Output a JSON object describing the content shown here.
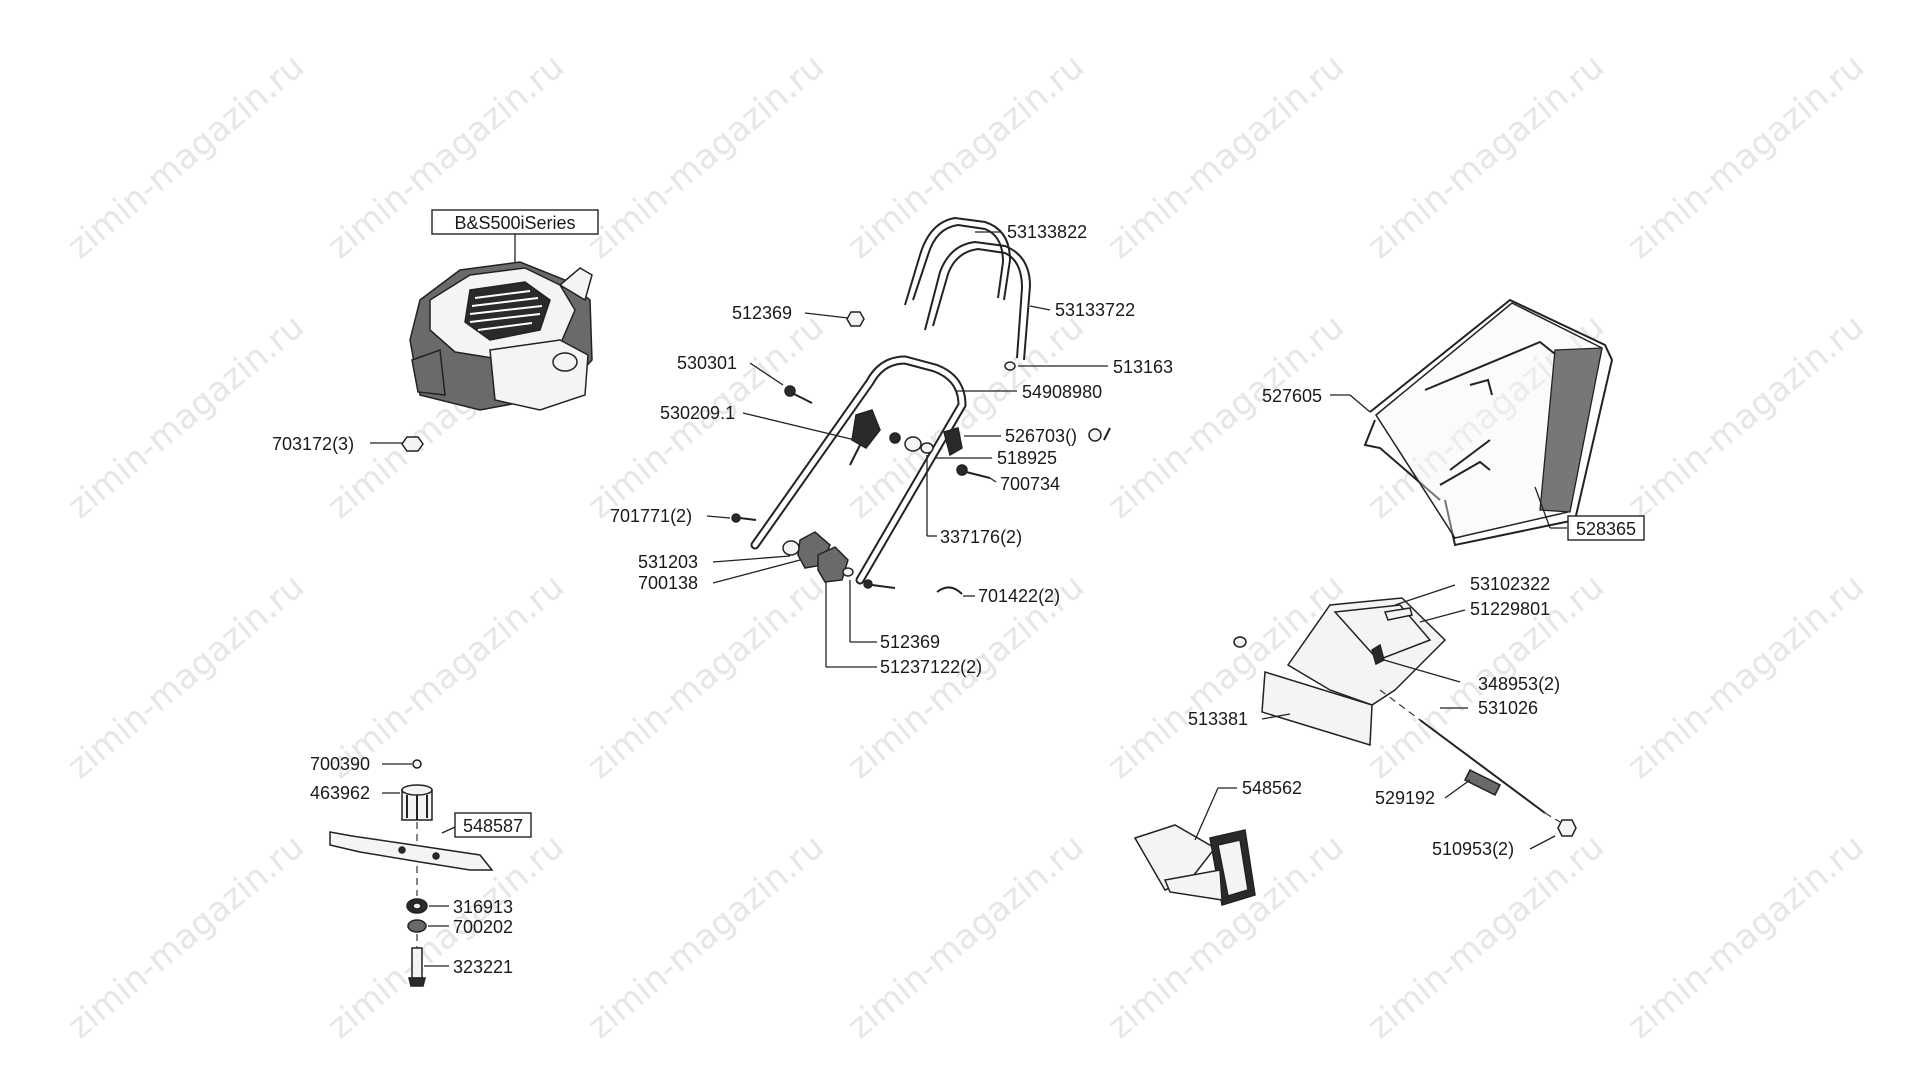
{
  "watermark": "zimin-magazin.ru",
  "parts": {
    "engine": "B&S500iSeries",
    "p703172": "703172(3)",
    "p53133822": "53133822",
    "p53133722": "53133722",
    "p512369a": "512369",
    "p513163": "513163",
    "p530301": "530301",
    "p54908980": "54908980",
    "p530209": "530209.1",
    "p526703": "526703()",
    "p518925": "518925",
    "p700734": "700734",
    "p701771": "701771(2)",
    "p337176": "337176(2)",
    "p531203": "531203",
    "p700138": "700138",
    "p701422": "701422(2)",
    "p512369b": "512369",
    "p51237122": "51237122(2)",
    "p527605": "527605",
    "p528365": "528365",
    "p53102322": "53102322",
    "p51229801": "51229801",
    "p348953": "348953(2)",
    "p513381": "513381",
    "p531026": "531026",
    "p548562": "548562",
    "p529192": "529192",
    "p510953": "510953(2)",
    "p700390": "700390",
    "p463962": "463962",
    "p548587": "548587",
    "p316913": "316913",
    "p700202": "700202",
    "p323221": "323221"
  }
}
